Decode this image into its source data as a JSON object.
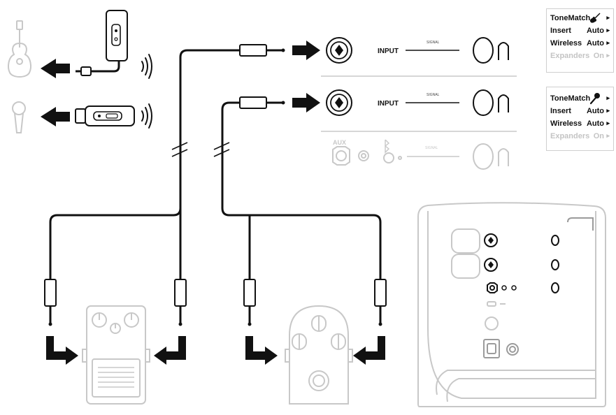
{
  "channels": [
    {
      "input_label": "INPUT",
      "signal_label": "SIGNAL",
      "dimmed": false
    },
    {
      "input_label": "INPUT",
      "signal_label": "SIGNAL",
      "dimmed": false
    },
    {
      "aux_label": "AUX",
      "signal_label": "SIGNAL",
      "bluetooth_icon": "bluetooth-icon",
      "dimmed": true
    }
  ],
  "panels": [
    {
      "instrument_icon": "guitar-icon",
      "rows": [
        {
          "label": "ToneMatch",
          "value": ""
        },
        {
          "label": "Insert",
          "value": "Auto"
        },
        {
          "label": "Wireless",
          "value": "Auto"
        },
        {
          "label": "Expanders",
          "value": "On"
        }
      ]
    },
    {
      "instrument_icon": "microphone-icon",
      "rows": [
        {
          "label": "ToneMatch",
          "value": ""
        },
        {
          "label": "Insert",
          "value": "Auto"
        },
        {
          "label": "Wireless",
          "value": "Auto"
        },
        {
          "label": "Expanders",
          "value": "On"
        }
      ]
    }
  ],
  "colors": {
    "cable": "#111111",
    "device_gray": "#c8c8c8",
    "arrow": "#111111",
    "dim_text": "#c4c4c4"
  }
}
